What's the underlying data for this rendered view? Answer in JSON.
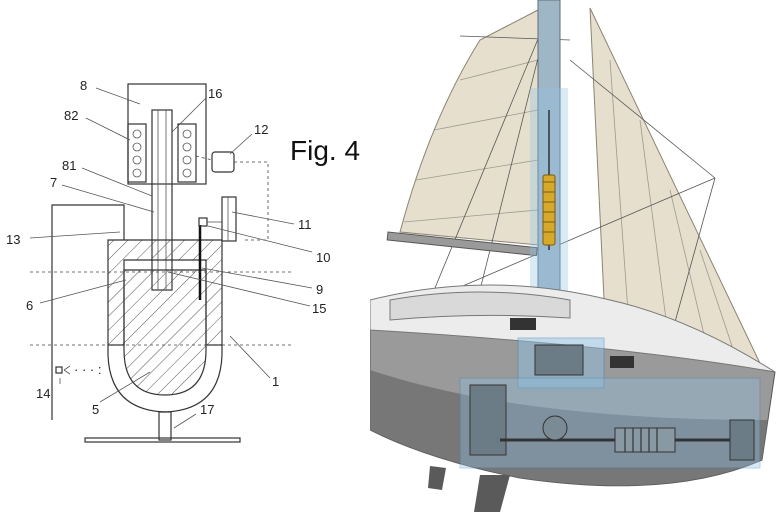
{
  "figure": {
    "caption": "Fig. 4"
  },
  "diagram": {
    "labels": [
      {
        "id": "8",
        "text": "8"
      },
      {
        "id": "16",
        "text": "16"
      },
      {
        "id": "82",
        "text": "82"
      },
      {
        "id": "12",
        "text": "12"
      },
      {
        "id": "81",
        "text": "81"
      },
      {
        "id": "7",
        "text": "7"
      },
      {
        "id": "11",
        "text": "11"
      },
      {
        "id": "13",
        "text": "13"
      },
      {
        "id": "10",
        "text": "10"
      },
      {
        "id": "9",
        "text": "9"
      },
      {
        "id": "6",
        "text": "6"
      },
      {
        "id": "15",
        "text": "15"
      },
      {
        "id": "1",
        "text": "1"
      },
      {
        "id": "14",
        "text": "14"
      },
      {
        "id": "5",
        "text": "5"
      },
      {
        "id": "17",
        "text": "17"
      }
    ]
  },
  "colors": {
    "sail": "#e6dfcd",
    "hull": "#9a9a9a",
    "hull_dark": "#6e6e6e",
    "deck": "#ececec",
    "highlight": "#8fc3e6",
    "spring": "#d6a92b"
  }
}
